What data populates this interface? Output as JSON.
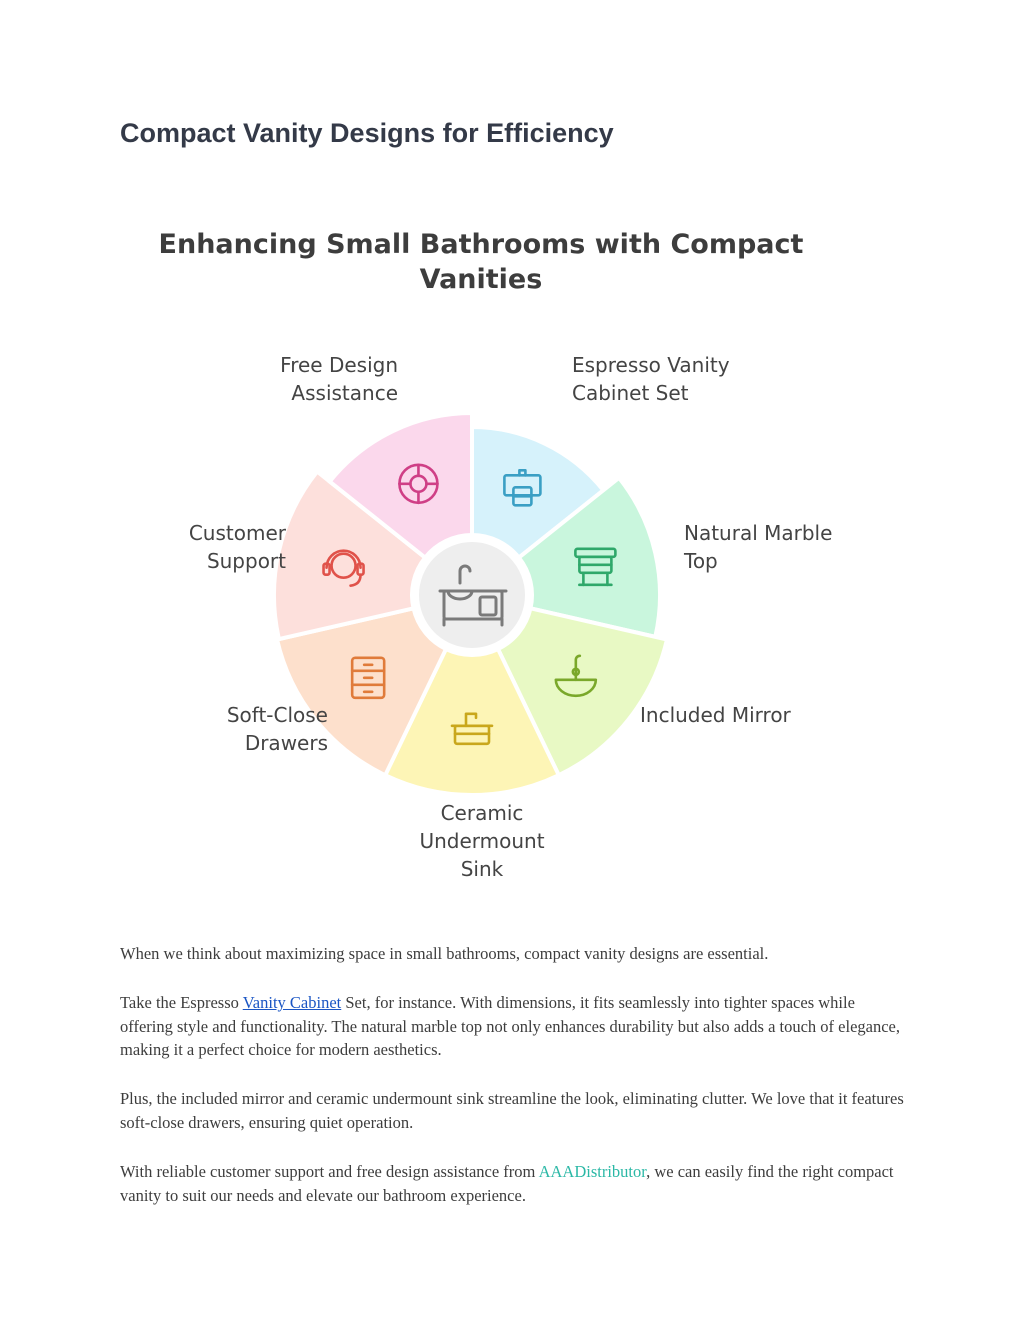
{
  "page": {
    "title": "Compact Vanity Designs for Efficiency"
  },
  "infographic": {
    "title_line1": "Enhancing Small Bathrooms with Compact",
    "title_line2": "Vanities",
    "center_icon": "bathroom-vanity-icon",
    "segments": [
      {
        "lines": [
          "Espresso Vanity",
          "Cabinet Set"
        ],
        "icon": "vanity-cabinet-icon",
        "color": "#d6f2fb",
        "stroke": "#3a9fc4"
      },
      {
        "lines": [
          "Natural Marble",
          "Top"
        ],
        "icon": "marble-counter-icon",
        "color": "#c9f6dd",
        "stroke": "#2fa86a"
      },
      {
        "lines": [
          "Included Mirror"
        ],
        "icon": "basin-icon",
        "color": "#e8f9c4",
        "stroke": "#7aa82a"
      },
      {
        "lines": [
          "Ceramic",
          "Undermount",
          "Sink"
        ],
        "icon": "sink-faucet-icon",
        "color": "#fdf5b6",
        "stroke": "#c9a71c"
      },
      {
        "lines": [
          "Soft-Close",
          "Drawers"
        ],
        "icon": "drawers-icon",
        "color": "#fde0cc",
        "stroke": "#e07b3a"
      },
      {
        "lines": [
          "Customer",
          "Support"
        ],
        "icon": "headset-icon",
        "color": "#fde0dc",
        "stroke": "#e0524a"
      },
      {
        "lines": [
          "Free Design",
          "Assistance"
        ],
        "icon": "lifebuoy-icon",
        "color": "#fbd8ec",
        "stroke": "#cf3f86"
      }
    ]
  },
  "paragraphs": {
    "p1": "When we think about maximizing space in small bathrooms, compact vanity designs are essential.",
    "p2_before": "Take the Espresso ",
    "p2_link": "Vanity Cabinet",
    "p2_after": " Set, for instance. With dimensions, it fits seamlessly into tighter spaces while offering style and functionality. The natural marble top not only enhances durability but also adds a touch of elegance, making it a perfect choice for modern aesthetics.",
    "p3": "Plus, the included mirror and ceramic undermount sink streamline the look, eliminating clutter. We love that it features soft-close drawers, ensuring quiet operation.",
    "p4_before": "With reliable customer support and free design assistance from ",
    "p4_link": "AAADistributor",
    "p4_after": ", we can easily find the right compact vanity to suit our needs and elevate our bathroom experience."
  },
  "colors": {
    "center_fill": "#eeeeee",
    "center_stroke": "#7a7a7a",
    "link_blue": "#1a55c4",
    "link_teal": "#2bb8a6"
  }
}
